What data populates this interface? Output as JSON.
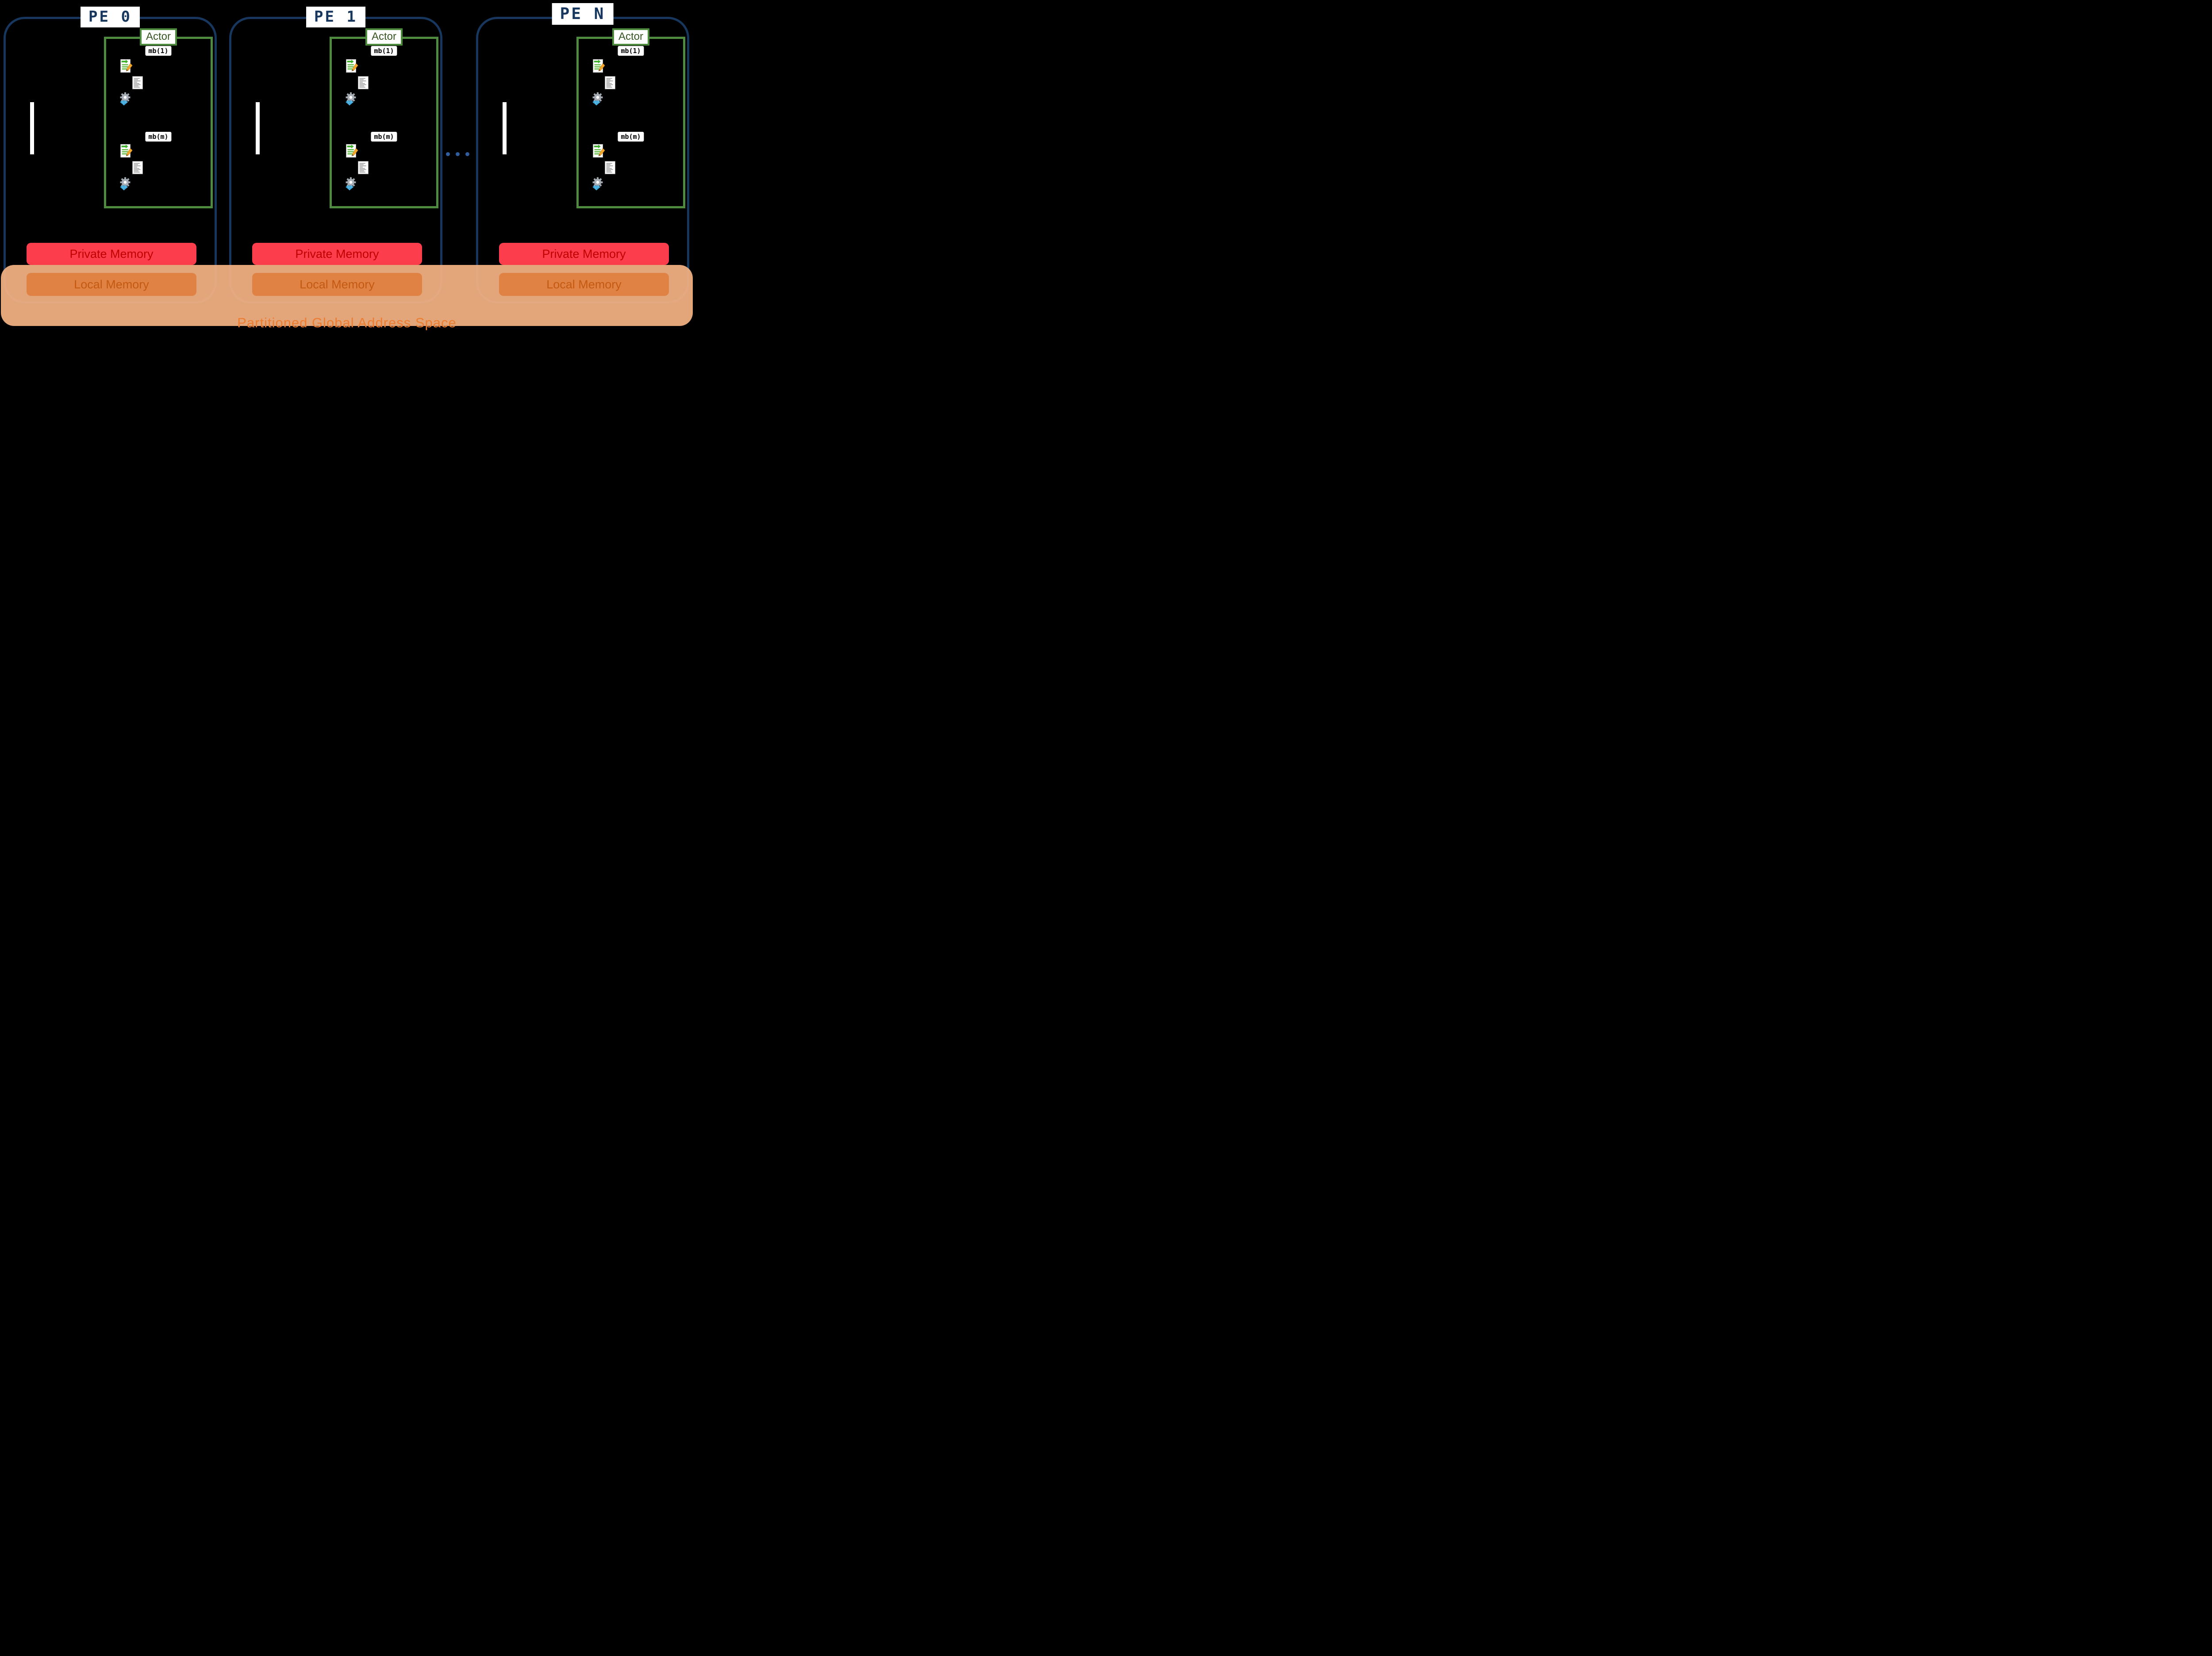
{
  "diagram": {
    "pes": [
      {
        "label": "PE 0"
      },
      {
        "label": "PE 1"
      },
      {
        "label": "PE N"
      }
    ],
    "actor": {
      "label": "Actor",
      "mailboxes": [
        {
          "label": "mb(1)"
        },
        {
          "label": "mb(m)"
        }
      ]
    },
    "memory": {
      "private_label": "Private Memory",
      "local_label": "Local Memory"
    },
    "pgas_label": "Partitioned Global Address Space",
    "icons": {
      "message": "message-document-icon",
      "code": "code-document-icon",
      "gear": "gear-icon"
    },
    "colors": {
      "background": "#000000",
      "pe_border": "#17375E",
      "pe_label_text": "#17375E",
      "actor_border": "#4E8B3F",
      "actor_label_text": "#375623",
      "private_memory_bg": "#FC3E4C",
      "private_memory_text": "#C00000",
      "local_memory_bg": "#DF8244",
      "local_memory_text": "#C45911",
      "pgas_bg": "#F4B183",
      "pgas_text": "#ED7D31",
      "dots": "#2F5D9E"
    }
  }
}
